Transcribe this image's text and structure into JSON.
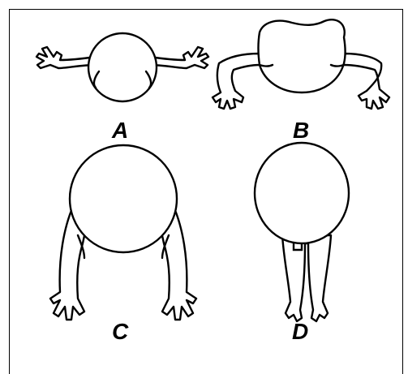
{
  "panels": [
    {
      "id": "A",
      "label": "A"
    },
    {
      "id": "B",
      "label": "B"
    },
    {
      "id": "C",
      "label": "C"
    },
    {
      "id": "D",
      "label": "D"
    }
  ],
  "colors": {
    "stroke": "#000000",
    "fill": "#ffffff",
    "background": "#ffffff"
  }
}
